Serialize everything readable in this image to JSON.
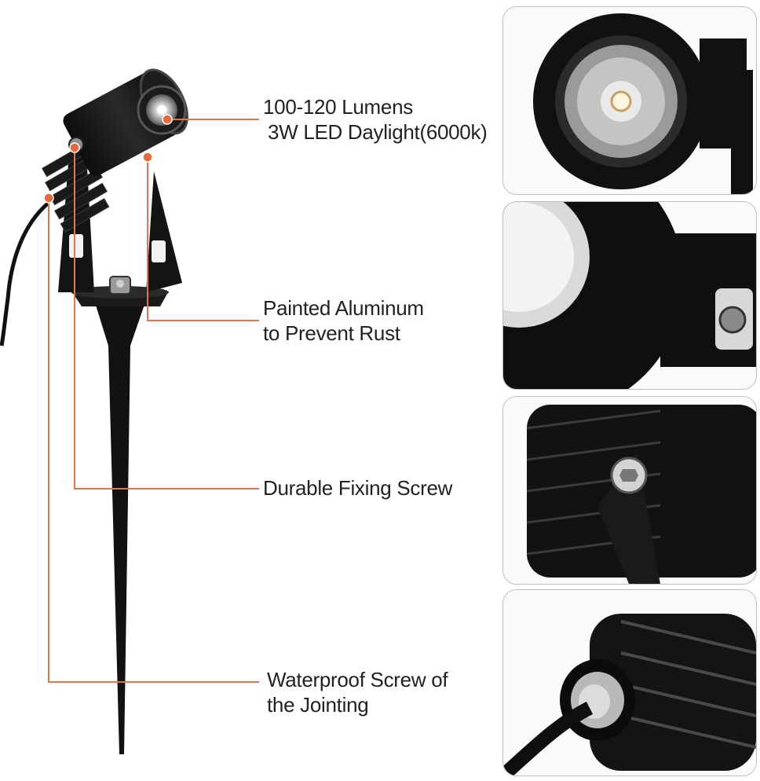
{
  "callouts": [
    {
      "line1": "100-120 Lumens",
      "line2": "3W LED Daylight(6000k)"
    },
    {
      "line1": "Painted Aluminum",
      "line2": "to Prevent Rust"
    },
    {
      "line1": "Durable Fixing  Screw",
      "line2": ""
    },
    {
      "line1": "Waterproof Screw of",
      "line2": "the Jointing"
    }
  ],
  "colors": {
    "leader": "#e0764f",
    "leader_dot": "#e8683d",
    "product": "#151515",
    "panel_border": "#bdbdbd"
  },
  "icons": [
    "led-lens-closeup",
    "aluminum-housing-closeup",
    "fixing-screw-closeup",
    "cable-gland-closeup"
  ]
}
